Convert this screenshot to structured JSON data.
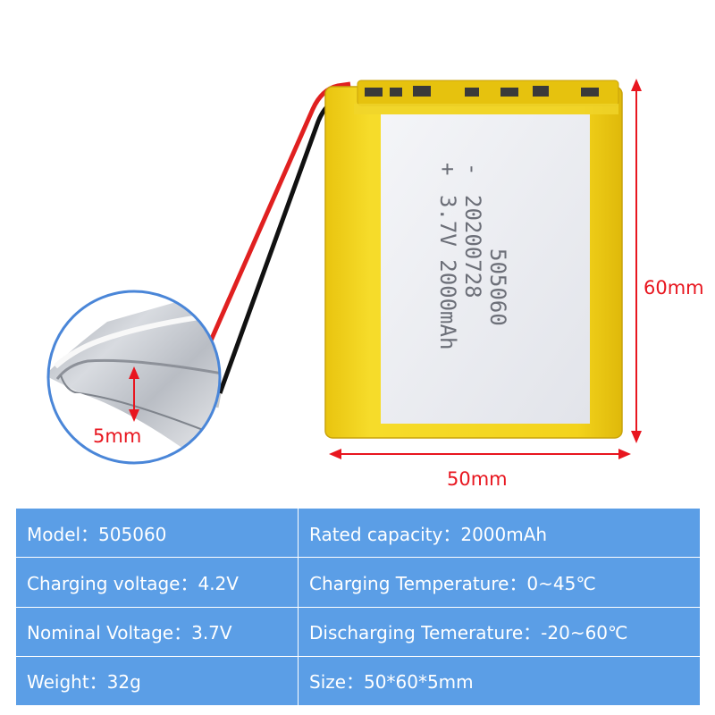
{
  "dimensions": {
    "height_label": "60mm",
    "width_label": "50mm",
    "thickness_label": "5mm"
  },
  "battery_print": {
    "model": "505060",
    "date": "20200728",
    "spec": "3.7V 2000mAh",
    "polarity_neg": "-",
    "polarity_pos": "+"
  },
  "specs": {
    "rows": [
      [
        "Model：505060",
        "Rated capacity：2000mAh"
      ],
      [
        "Charging voltage：4.2V",
        "Charging Temperature：0~45℃"
      ],
      [
        "Nominal Voltage：3.7V",
        "Discharging Temerature：-20~60℃"
      ],
      [
        "Weight：32g",
        "Size：50*60*5mm"
      ]
    ]
  },
  "colors": {
    "battery_yellow": "#f2d21a",
    "label_white": "#eceef2",
    "dimension_red": "#e8161f",
    "table_blue": "#5b9ee6",
    "wire_red": "#e02020",
    "wire_black": "#111111",
    "zoom_ring_blue": "#4a86d8"
  }
}
